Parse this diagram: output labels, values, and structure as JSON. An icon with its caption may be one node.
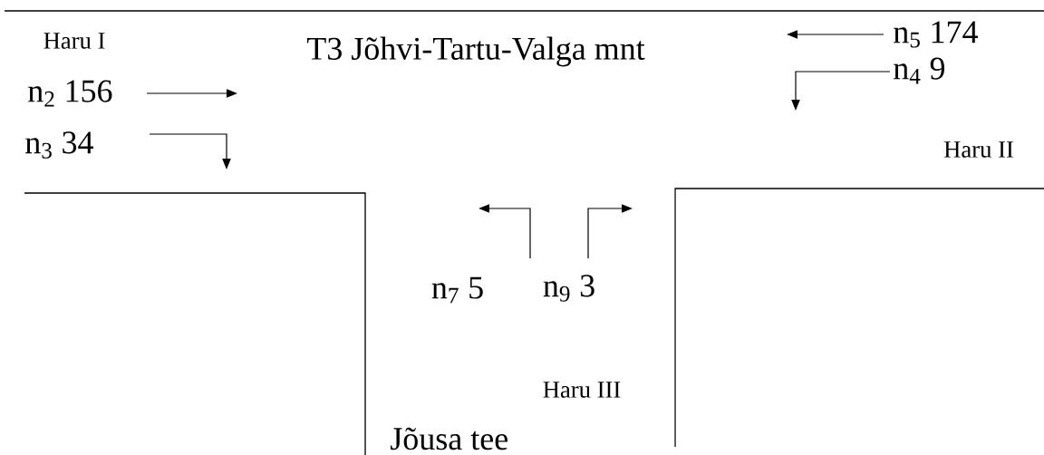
{
  "diagram": {
    "labels": [
      "Haru I",
      "T3 Jõhvi-Tartu-Valga mnt",
      "n$_{5}$ 174",
      "n$_{4}$ 9",
      "n$_{2}$ 156",
      "n$_{3}$ 34",
      "Haru II",
      "n$_{7}$ 5",
      "n$_{9}$ 3",
      "Haru III",
      "Jõusa tee"
    ]
  }
}
